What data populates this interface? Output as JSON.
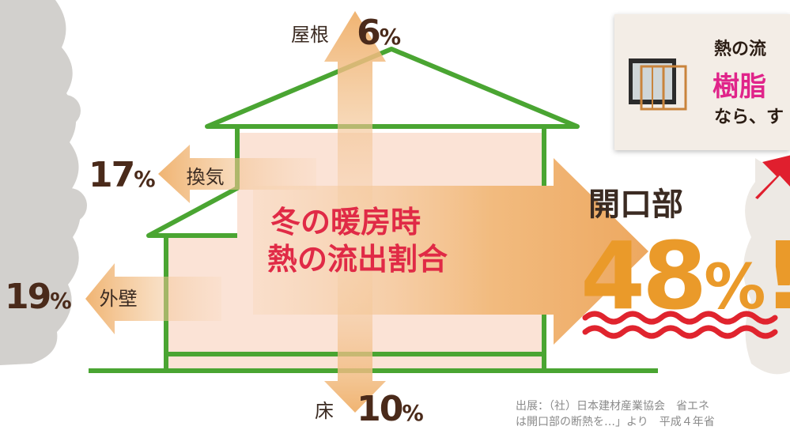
{
  "diagram": {
    "title_line1": "冬の暖房時",
    "title_line2": "熱の流出割合",
    "roof": {
      "label": "屋根",
      "value": "6"
    },
    "ventilation": {
      "label": "換気",
      "value": "17"
    },
    "wall": {
      "label": "外壁",
      "value": "19"
    },
    "floor": {
      "label": "床",
      "value": "10"
    },
    "opening": {
      "label": "開口部",
      "value": "48",
      "exclaim": "!"
    },
    "percent_sign": "%"
  },
  "promo": {
    "line1": "熱の流",
    "line2": "樹脂",
    "line3": "なら、す"
  },
  "source_note": {
    "line1": "出展：（社）日本建材産業協会　省エネ",
    "line2": "は開口部の断熱を…」より　平成４年省"
  },
  "colors": {
    "house_outline": "#4aa532",
    "house_fill": "#fbe3d6",
    "arrow": "#f2bb7f",
    "title": "#e02a46",
    "big_number": "#ea9a2a",
    "wave": "#e0242e",
    "promo_arrow": "#e01f2e",
    "promo_pink": "#e0248a",
    "text_dark": "#3b2b22"
  }
}
